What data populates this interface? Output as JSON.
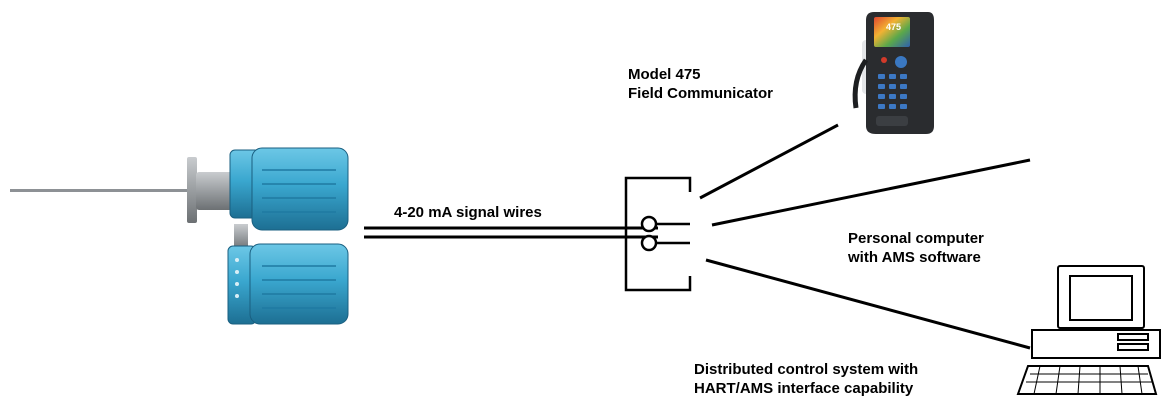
{
  "labels": {
    "signal_wires": "4-20 mA signal wires",
    "communicator_line1": "Model 475",
    "communicator_line2": "Field Communicator",
    "pc_line1": "Personal computer",
    "pc_line2": "with AMS software",
    "dcs_line1": "Distributed control system with",
    "dcs_line2": "HART/AMS interface capability"
  },
  "device_screen_text": "475",
  "colors": {
    "transmitter_blue": "#3aa7cf",
    "transmitter_dark": "#1d6f93",
    "probe_gray": "#9a9ea1",
    "line": "#000000"
  }
}
